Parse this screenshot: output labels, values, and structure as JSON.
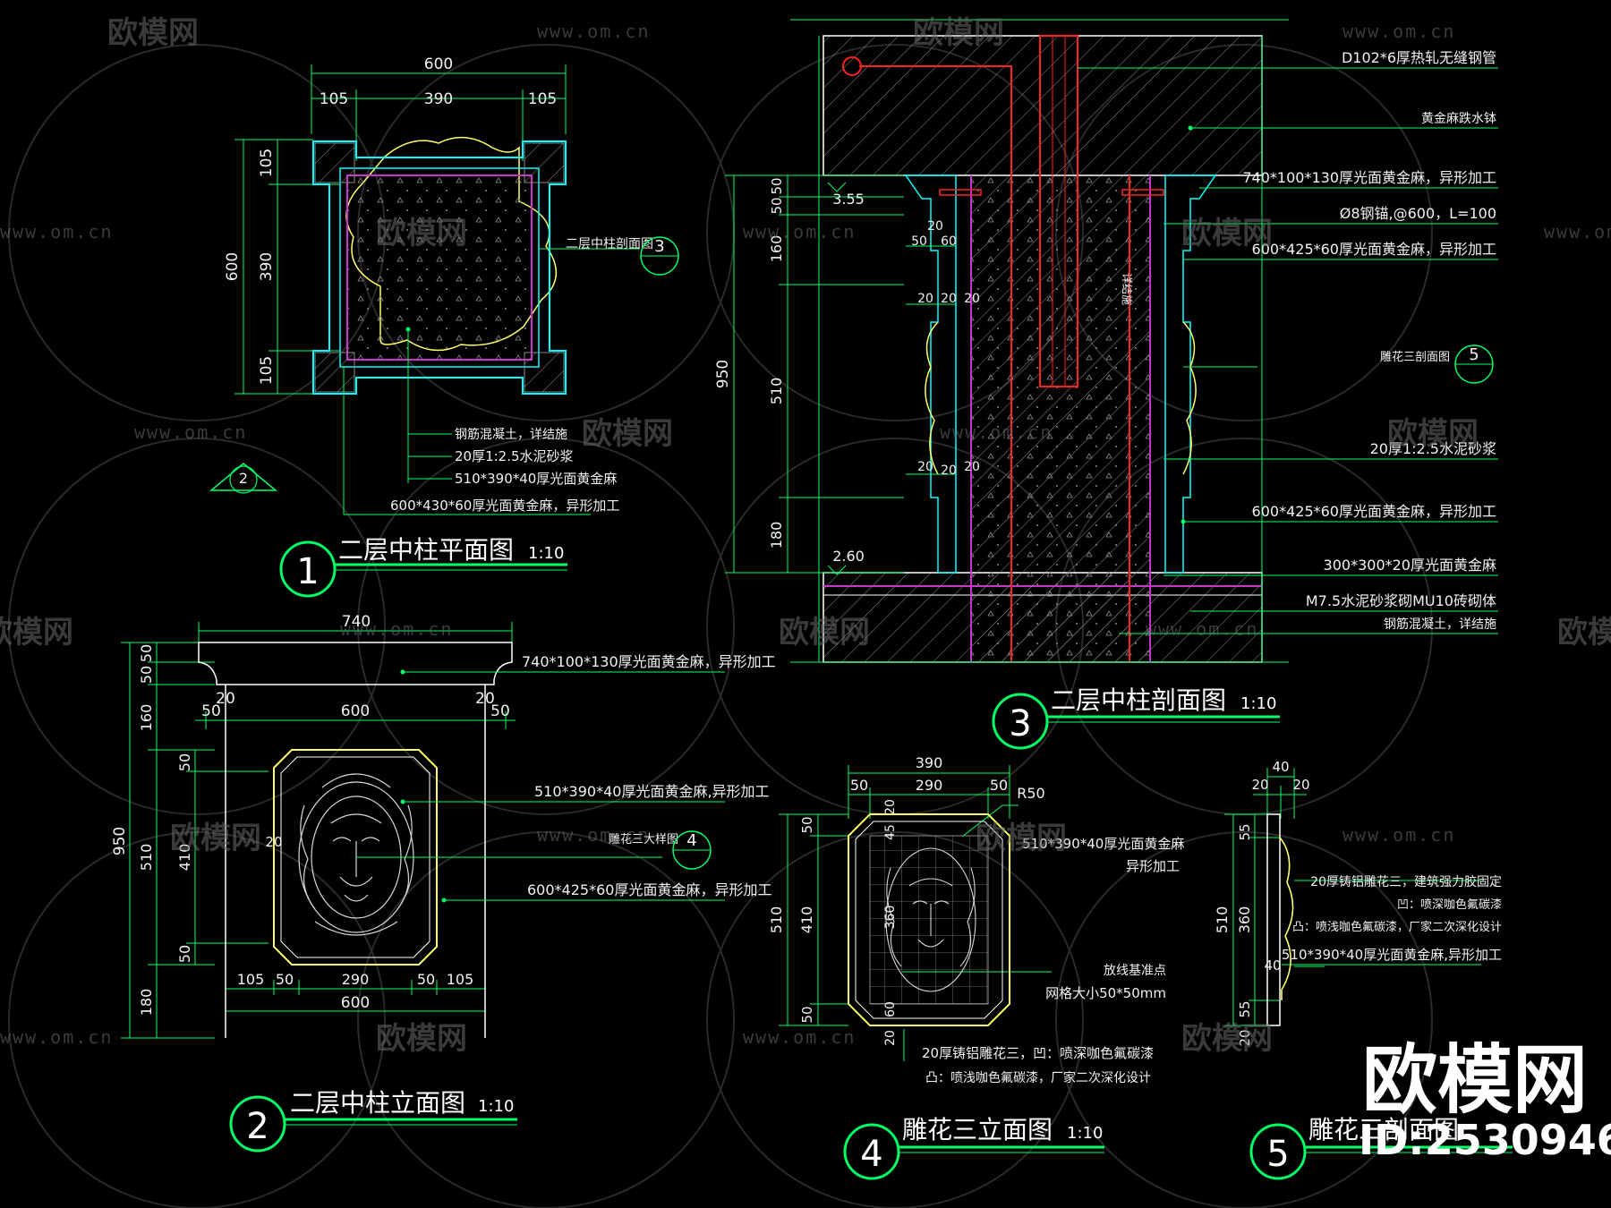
{
  "colors": {
    "background": "#000000",
    "dimension": "#00ff66",
    "outline_cyan": "#00ffff",
    "stone_yellow": "#ffff66",
    "magenta": "#cc33cc",
    "red": "#ff2222",
    "hatch": "#9a9a9a",
    "white": "#ffffff"
  },
  "watermark": {
    "brand": "欧模网",
    "url": "www.om.cn",
    "id_text": "ID:2530946"
  },
  "view1": {
    "title": "二层中柱平面图",
    "scale": "1:10",
    "number": "1",
    "dims_top": [
      "600",
      "105",
      "390",
      "105"
    ],
    "dims_left": [
      "600",
      "105",
      "390",
      "105"
    ],
    "notes": [
      "钢筋混凝土，详结施",
      "20厚1:2.5水泥砂浆",
      "510*390*40厚光面黄金麻",
      "600*430*60厚光面黄金麻，异形加工"
    ],
    "callout_label": "二层中柱剖面图",
    "callout_num": "3",
    "section_mark": "2"
  },
  "view2": {
    "title": "二层中柱立面图",
    "scale": "1:10",
    "number": "2",
    "dims_top": [
      "740",
      "50",
      "20",
      "600",
      "20",
      "50"
    ],
    "dims_left": [
      "950",
      "50",
      "50",
      "160",
      "510",
      "50",
      "410",
      "50",
      "180"
    ],
    "dims_bottom": [
      "105",
      "50",
      "290",
      "50",
      "105",
      "600"
    ],
    "dim_inner": "20",
    "notes": [
      "740*100*130厚光面黄金麻，异形加工",
      "510*390*40厚光面黄金麻,异形加工",
      "雕花三大样图",
      "600*425*60厚光面黄金麻，异形加工"
    ],
    "callout_num": "4"
  },
  "view3": {
    "title": "二层中柱剖面图",
    "scale": "1:10",
    "number": "3",
    "levels": [
      "3.55",
      "2.60"
    ],
    "dims_left": [
      "950",
      "50",
      "50",
      "160",
      "510",
      "180"
    ],
    "dims_inner": [
      "20",
      "50",
      "60",
      "20",
      "20",
      "20",
      "20",
      "20",
      "20"
    ],
    "vertical_note": "详结施",
    "notes": [
      "D102*6厚热轧无缝钢管",
      "黄金麻跌水钵",
      "740*100*130厚光面黄金麻，异形加工",
      "Ø8钢锚,@600，L=100",
      "600*425*60厚光面黄金麻，异形加工",
      "雕花三剖面图",
      "20厚1:2.5水泥砂浆",
      "600*425*60厚光面黄金麻，异形加工",
      "300*300*20厚光面黄金麻",
      "M7.5水泥砂浆砌MU10砖砌体",
      "钢筋混凝土，详结施"
    ],
    "callout_num": "5"
  },
  "view4": {
    "title": "雕花三立面图",
    "scale": "1:10",
    "number": "4",
    "dims_top": [
      "390",
      "50",
      "290",
      "50"
    ],
    "radius": "R50",
    "dims_left": [
      "510",
      "50",
      "410",
      "50"
    ],
    "dims_inner": [
      "20",
      "45",
      "360",
      "60",
      "20"
    ],
    "notes": [
      "510*390*40厚光面黄金麻",
      "异形加工",
      "放线基准点",
      "网格大小50*50mm",
      "20厚铸铝雕花三，凹：喷深咖色氟碳漆",
      "凸：喷浅咖色氟碳漆，厂家二次深化设计"
    ]
  },
  "view5": {
    "title": "雕花三剖面图",
    "scale": "",
    "number": "5",
    "dims_top": [
      "40",
      "20",
      "20"
    ],
    "dims_left": [
      "510",
      "55",
      "360",
      "55",
      "20"
    ],
    "dim_inner": "40",
    "notes": [
      "20厚铸铝雕花三，建筑强力胶固定",
      "凹：喷深咖色氟碳漆",
      "凸：喷浅咖色氟碳漆，厂家二次深化设计",
      "510*390*40厚光面黄金麻,异形加工"
    ]
  }
}
